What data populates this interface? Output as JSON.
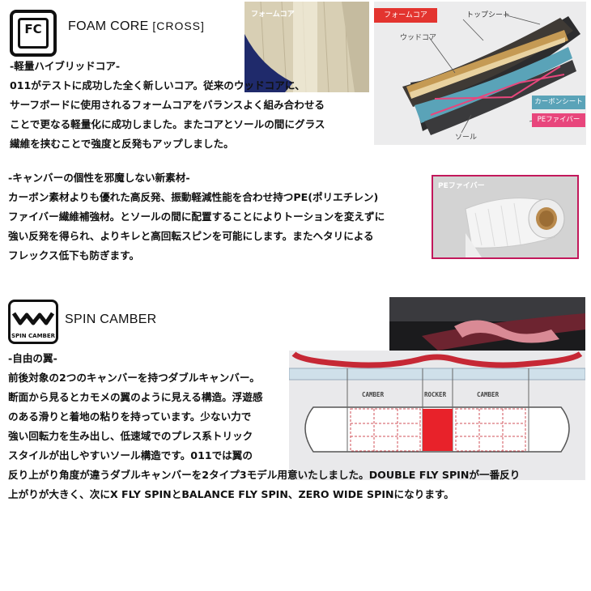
{
  "foam": {
    "logo_text": "FC",
    "title": "FOAM CORE",
    "title_suffix": "[CROSS]",
    "photo_label": "フォームコア",
    "diagram": {
      "foam": "フォームコア",
      "top_sheet": "トップシート",
      "wood_core": "ウッドコア",
      "carbon_sheet": "カーボンシート",
      "pe_fiber": "PEファイバー",
      "sole": "ソール"
    },
    "lines": [
      "-軽量ハイブリッドコア-",
      "011がテストに成功した全く新しいコア。従来のウッドコアに、",
      "サーフボードに使用されるフォームコアをバランスよく組み合わせる",
      "ことで更なる軽量化に成功しました。またコアとソールの間にグラス",
      "繊維を挟むことで強度と反発もアップしました。"
    ]
  },
  "pe": {
    "photo_label": "PEファイバー",
    "lines": [
      "-キャンバーの個性を邪魔しない新素材-",
      "カーボン素材よりも優れた高反発、振動軽減性能を合わせ持つPE(ポリエチレン)",
      "ファイバー繊維補強材。とソールの間に配置することによりトーションを変えずに",
      "強い反発を得られ、よりキレと高回転スピンを可能にします。またヘタリによる",
      "フレックス低下も防ぎます。"
    ]
  },
  "spin": {
    "logo_text": "SPIN CAMBER",
    "title": "SPIN CAMBER",
    "zones": [
      "CAMBER",
      "ROCKER",
      "CAMBER"
    ],
    "lines": [
      "-自由の翼-",
      "前後対象の2つのキャンバーを持つダブルキャンバー。",
      "断面から見るとカモメの翼のように見える構造。浮遊感",
      "のある滑りと着地の粘りを持っています。少ない力で",
      "強い回転力を生み出し、低速域でのプレス系トリック",
      "スタイルが出しやすいソール構造です。011では翼の",
      "反り上がり角度が違うダブルキャンバーを2タイプ3モデル用意いたしました。DOUBLE FLY SPINが一番反り",
      "上がりが大きく、次にX FLY SPINとBALANCE FLY SPIN、ZERO WIDE SPINになります。"
    ]
  },
  "colors": {
    "accent_red": "#e3342f",
    "pink": "#e8467c",
    "carbon": "#5aa3b8"
  }
}
